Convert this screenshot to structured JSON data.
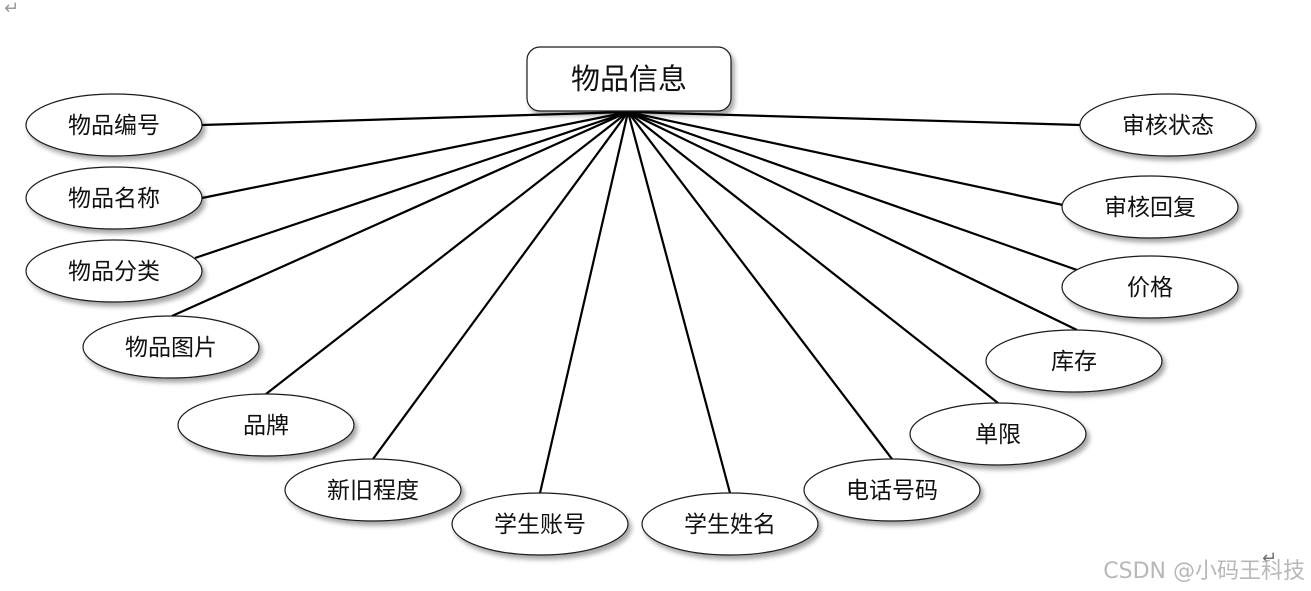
{
  "entity": {
    "label": "物品信息"
  },
  "attributes": [
    {
      "id": "item-number",
      "label": "物品编号"
    },
    {
      "id": "item-name",
      "label": "物品名称"
    },
    {
      "id": "item-category",
      "label": "物品分类"
    },
    {
      "id": "item-image",
      "label": "物品图片"
    },
    {
      "id": "brand",
      "label": "品牌"
    },
    {
      "id": "condition",
      "label": "新旧程度"
    },
    {
      "id": "student-account",
      "label": "学生账号"
    },
    {
      "id": "student-name",
      "label": "学生姓名"
    },
    {
      "id": "phone-number",
      "label": "电话号码"
    },
    {
      "id": "purchase-limit",
      "label": "单限"
    },
    {
      "id": "stock",
      "label": "库存"
    },
    {
      "id": "price",
      "label": "价格"
    },
    {
      "id": "review-reply",
      "label": "审核回复"
    },
    {
      "id": "review-status",
      "label": "审核状态"
    }
  ],
  "marks": {
    "return_symbol": "↵",
    "end_symbol": "↵"
  },
  "watermark": {
    "text": "CSDN @小码王科技"
  }
}
